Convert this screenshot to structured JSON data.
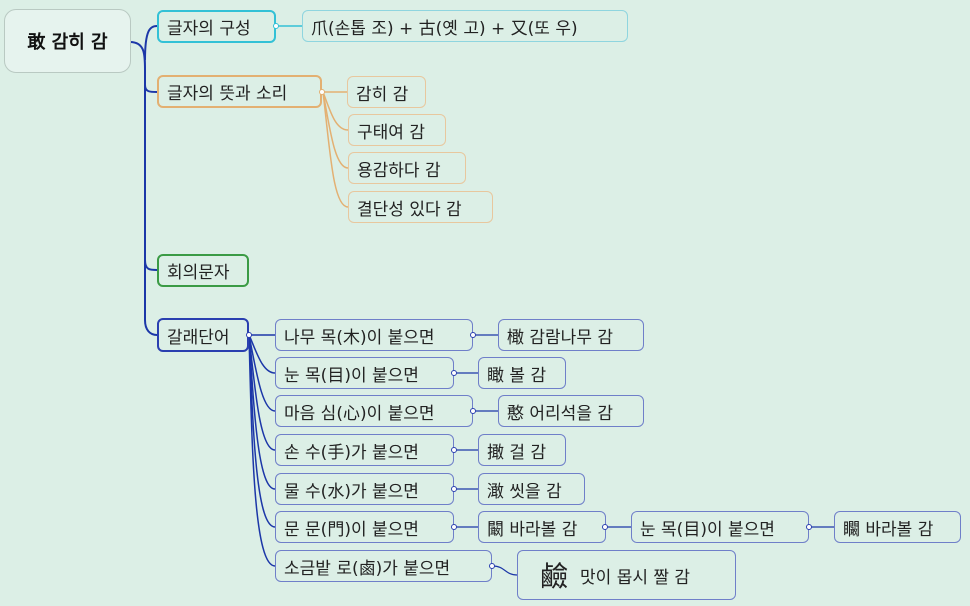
{
  "root": "敢 감히 감",
  "branches": {
    "composition": {
      "label": "글자의 구성",
      "detail": "爪(손톱 조) + 古(옛 고) + 又(또 우)"
    },
    "meaning": {
      "label": "글자의 뜻과 소리",
      "items": [
        "감히 감",
        "구태여 감",
        "용감하다 감",
        "결단성 있다 감"
      ]
    },
    "type": {
      "label": "회의문자"
    },
    "derived": {
      "label": "갈래단어",
      "rows": [
        {
          "cond": "나무 목(木)이 붙으면",
          "result": "橄 감람나무 감"
        },
        {
          "cond": "눈 목(目)이 붙으면",
          "result": "瞰 볼 감"
        },
        {
          "cond": "마음 심(心)이 붙으면",
          "result": "憨 어리석을 감"
        },
        {
          "cond": "손 수(手)가 붙으면",
          "result": "撖 걸 감"
        },
        {
          "cond": "물 수(水)가 붙으면",
          "result": "澉 씻을 감"
        },
        {
          "cond": "문 문(門)이 붙으면",
          "result": "闞 바라볼 감",
          "sub_cond": "눈 목(目)이 붙으면",
          "sub_result": "矙 바라볼 감"
        },
        {
          "cond": "소금밭 로(鹵)가 붙으면",
          "result_big": "鹼",
          "result": "맛이 몹시 짤 감"
        }
      ]
    }
  },
  "colors": {
    "composition": "#33c1d6",
    "meaning": "#e3b072",
    "type": "#3b9b45",
    "derived": "#2a3fb0",
    "trunk": "#1c37a8"
  }
}
